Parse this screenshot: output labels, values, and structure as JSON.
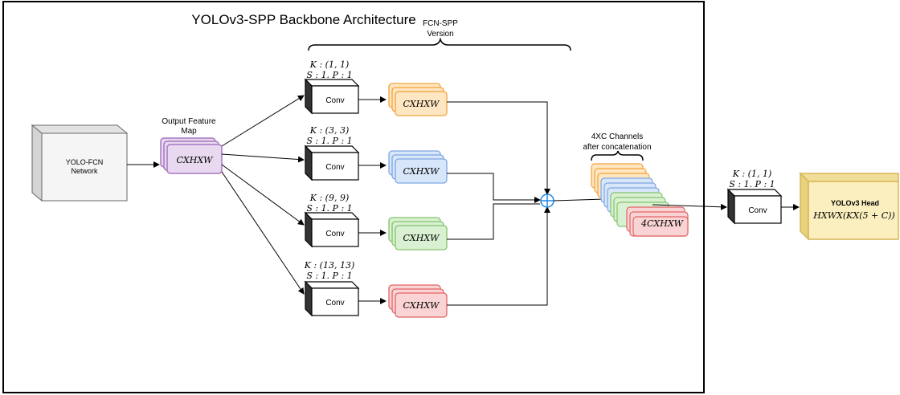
{
  "title": "YOLOv3-SPP Backbone Architecture",
  "fcn_spp_label": [
    "FCN-SPP",
    "Version"
  ],
  "network_label": [
    "YOLO-FCN",
    "Network"
  ],
  "output_feature_map_label": [
    "Output Feature",
    "Map"
  ],
  "feature_map_text": "CXHXW",
  "branches": [
    {
      "kernel": "K : (1, 1)",
      "stride": "S : 1. P : 1",
      "conv": "Conv",
      "output": "CXHXW",
      "color": "orange"
    },
    {
      "kernel": "K : (3, 3)",
      "stride": "S : 1. P : 1",
      "conv": "Conv",
      "output": "CXHXW",
      "color": "blue"
    },
    {
      "kernel": "K : (9, 9)",
      "stride": "S : 1. P : 1",
      "conv": "Conv",
      "output": "CXHXW",
      "color": "green"
    },
    {
      "kernel": "K : (13, 13)",
      "stride": "S : 1. P : 1",
      "conv": "Conv",
      "output": "CXHXW",
      "color": "red"
    }
  ],
  "concat_label": [
    "4XC Channels",
    "after concatenation"
  ],
  "concat_output": "4CXHXW",
  "final_conv": {
    "kernel": "K : (1, 1)",
    "stride": "S : 1. P : 1",
    "conv": "Conv"
  },
  "head": {
    "title": "YOLOv3 Head",
    "formula": "HXWX(KX(5 + C))"
  },
  "colors": {
    "orange_fill": "#ffe6c2",
    "orange_stroke": "#f0a43a",
    "blue_fill": "#d8e6fa",
    "blue_stroke": "#7ea6e0",
    "green_fill": "#d9f0d2",
    "green_stroke": "#83c46b",
    "red_fill": "#fad4d4",
    "red_stroke": "#e06565",
    "purple_fill": "#e8d8f0",
    "purple_stroke": "#a678c0",
    "head_fill": "#fbefbf",
    "head_stroke": "#d6b656",
    "network_fill": "#f5f5f5",
    "network_stroke": "#666666",
    "plus_stroke": "#1e88e5"
  }
}
